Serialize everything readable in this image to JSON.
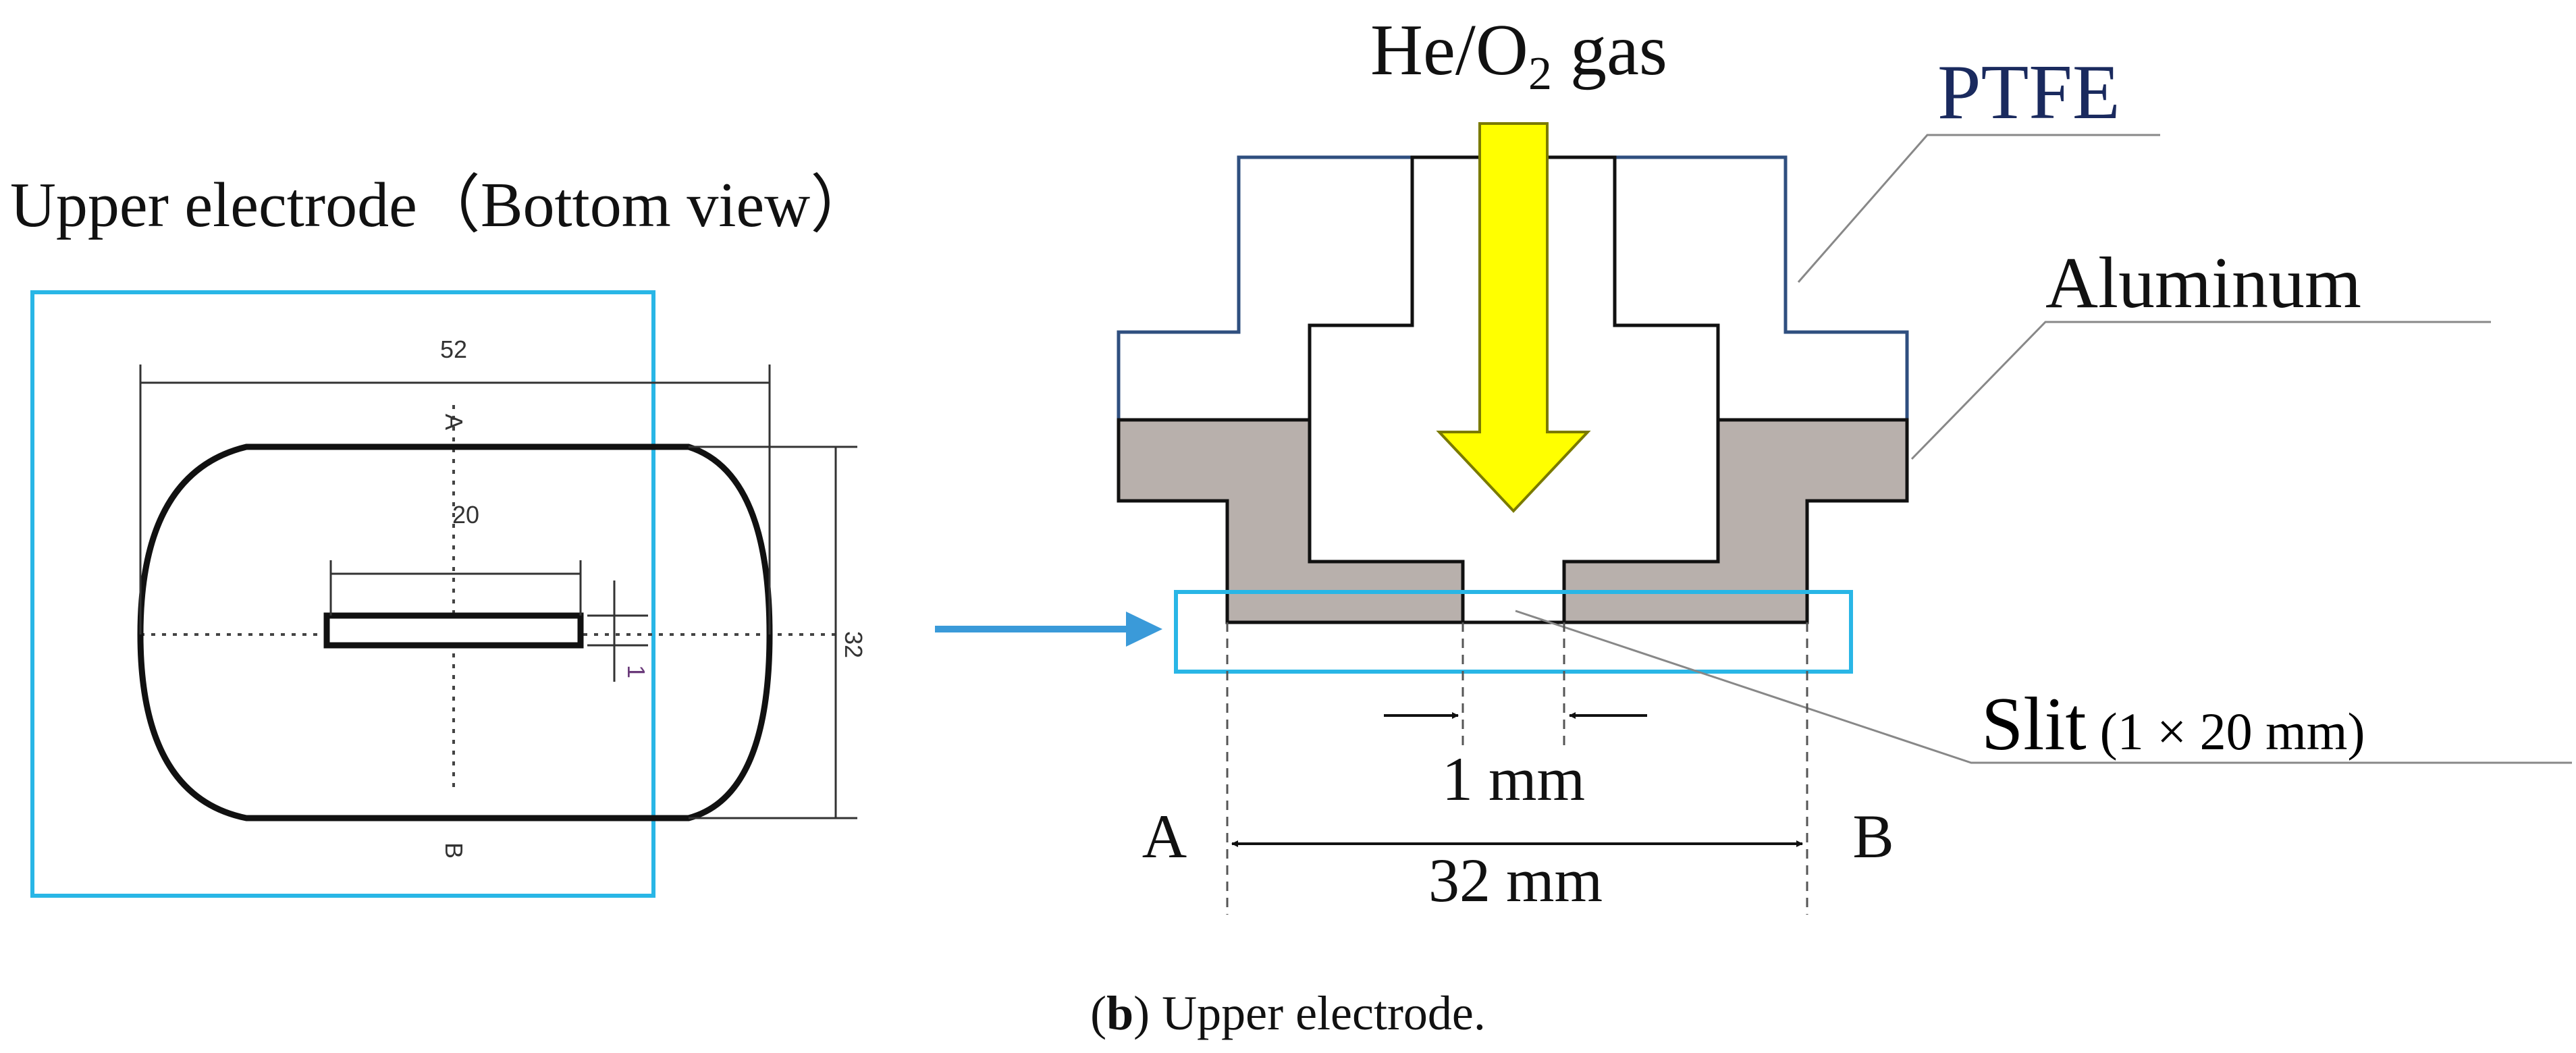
{
  "left_panel": {
    "title": "Upper electrode（Bottom view）",
    "dim_width": "52",
    "dim_slit_length": "20",
    "dim_height": "32",
    "dim_slit_width": "1",
    "section_label_top": "A",
    "section_label_bottom": "B"
  },
  "right_panel": {
    "gas_label_prefix": "He/O",
    "gas_label_sub": "2",
    "gas_label_suffix": " gas",
    "ptfe_label": "PTFE",
    "aluminum_label": "Aluminum",
    "slit_label": "Slit",
    "slit_size": "(1 × 20 mm)",
    "dim_1mm": "1 mm",
    "dim_32mm": "32 mm",
    "label_a": "A",
    "label_b": "B"
  },
  "caption": {
    "open_paren": "(",
    "bold_letter": "b",
    "rest": ") Upper electrode."
  },
  "colors": {
    "highlight_box": "#29b6e6",
    "arrow_blue": "#3a9ad9",
    "aluminum_fill": "#b8b0ac",
    "ptfe_stroke": "#2f4f7f",
    "gas_arrow_fill": "#ffff00",
    "gas_arrow_stroke": "#7a7a00"
  }
}
